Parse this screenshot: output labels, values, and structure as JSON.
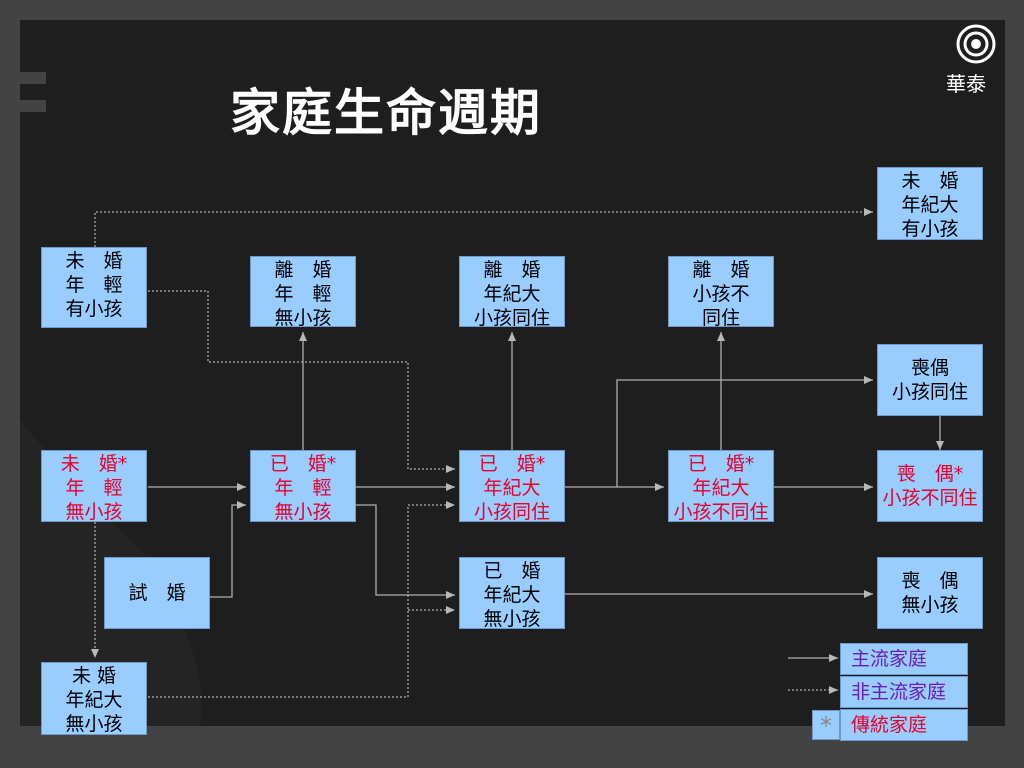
{
  "title": "家庭生命週期",
  "logo": {
    "text": "華泰"
  },
  "boxes": {
    "unmarried_young_with_kids": [
      "未　婚",
      "年　輕",
      "有小孩"
    ],
    "divorced_young_no_kids": [
      "離　婚",
      "年　輕",
      "無小孩"
    ],
    "divorced_older_kids_living": [
      "離　婚",
      "年紀大",
      "小孩同住"
    ],
    "divorced_kids_not_living": [
      "離　婚",
      "小孩不",
      "同住"
    ],
    "unmarried_older_with_kids": [
      "未　婚",
      "年紀大",
      "有小孩"
    ],
    "widowed_kids_living": [
      "喪偶",
      "小孩同住"
    ],
    "unmarried_young_no_kids": [
      "未　婚*",
      "年　輕",
      "無小孩"
    ],
    "married_young_no_kids": [
      "已　婚*",
      "年　輕",
      "無小孩"
    ],
    "married_older_kids_living": [
      "已　婚*",
      "年紀大",
      "小孩同住"
    ],
    "married_older_kids_not_living": [
      "已　婚*",
      "年紀大",
      "小孩不同住"
    ],
    "widowed_kids_not_living": [
      "喪　偶*",
      "小孩不同住"
    ],
    "trial_marriage": [
      "試　婚"
    ],
    "married_older_no_kids": [
      "已　婚",
      "年紀大",
      "無小孩"
    ],
    "widowed_no_kids": [
      "喪　偶",
      "無小孩"
    ],
    "unmarried_older_no_kids": [
      "未 婚",
      "年紀大",
      "無小孩"
    ]
  },
  "legend": {
    "mainstream": "主流家庭",
    "non_mainstream": "非主流家庭",
    "traditional": "傳統家庭",
    "star": "*"
  },
  "colors": {
    "box_fill": "#99ccff",
    "traditional_text": "#e8002a",
    "legend_text": "#6a1fb5",
    "background": "#1e1e1e"
  }
}
